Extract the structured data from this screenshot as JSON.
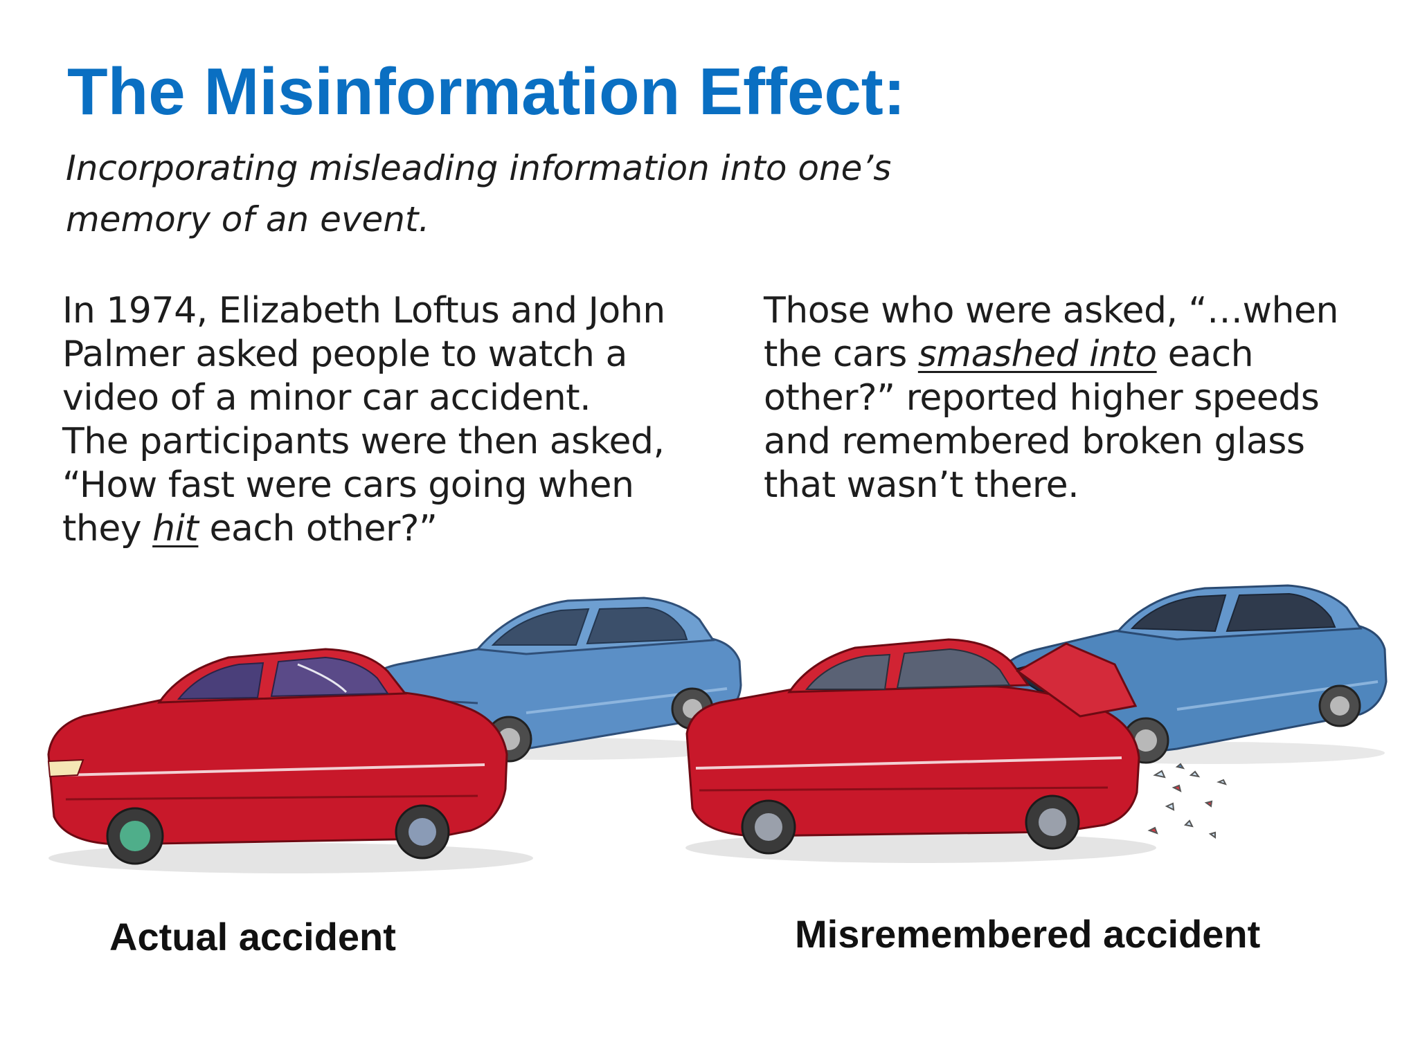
{
  "slide": {
    "title": "The Misinformation Effect:",
    "subtitle_lines": [
      "Incorporating misleading information into one’s",
      "memory of an event."
    ]
  },
  "left_column": {
    "lines": [
      "In 1974, Elizabeth Loftus and John",
      "Palmer asked people to watch a",
      "video of a minor car accident.",
      "The participants were then asked,"
    ],
    "line5": "“How fast were cars going when",
    "line6_before": "they ",
    "line6_emph": "hit",
    "line6_after": " each other?”"
  },
  "right_column": {
    "line1": "Those who were asked, “…when",
    "line2_before": "the cars ",
    "line2_emph": "smashed into",
    "line2_after": " each",
    "line3": "other?” reported higher speeds",
    "line4": "and remembered broken glass",
    "line5": "that wasn’t there."
  },
  "captions": {
    "actual": "Actual accident",
    "misremembered": "Misremembered accident"
  },
  "colors": {
    "title": "#0a6fc2",
    "red_car": "#c8182a",
    "blue_car": "#4f86bd"
  }
}
